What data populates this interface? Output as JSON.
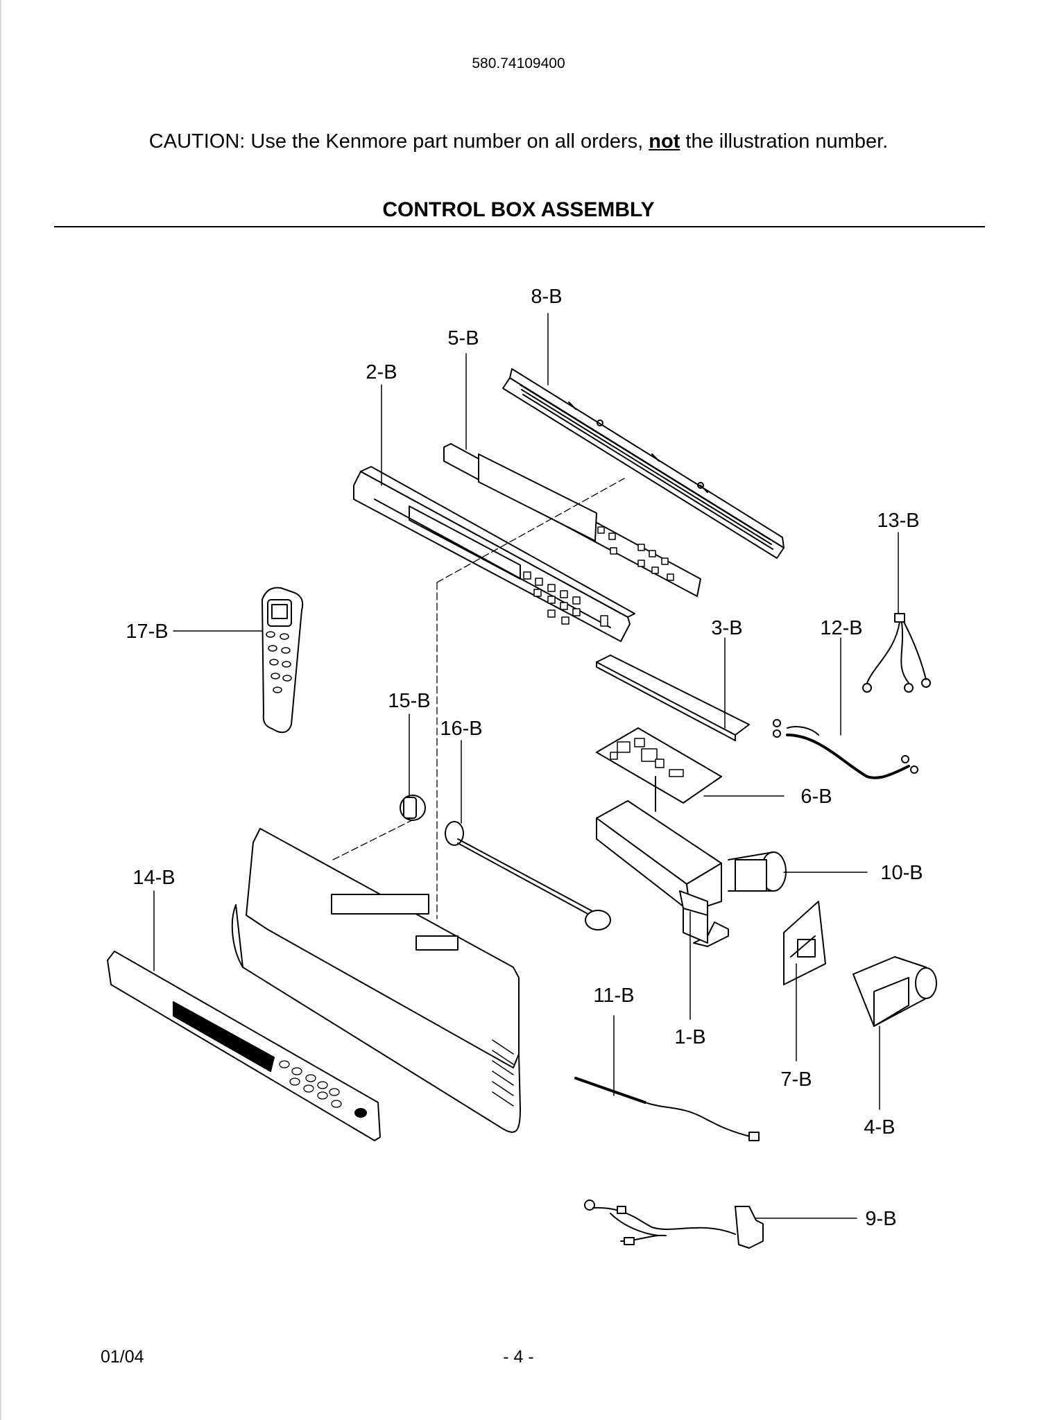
{
  "header": {
    "model_number": "580.74109400",
    "caution_prefix": "CAUTION: Use the Kenmore part number on all orders, ",
    "caution_emphasis": "not",
    "caution_suffix": " the illustration number."
  },
  "section": {
    "title": "CONTROL BOX ASSEMBLY"
  },
  "diagram": {
    "callouts": {
      "b1": "1-B",
      "b2": "2-B",
      "b3": "3-B",
      "b4": "4-B",
      "b5": "5-B",
      "b6": "6-B",
      "b7": "7-B",
      "b8": "8-B",
      "b9": "9-B",
      "b10": "10-B",
      "b11": "11-B",
      "b12": "12-B",
      "b13": "13-B",
      "b14": "14-B",
      "b15": "15-B",
      "b16": "16-B",
      "b17": "17-B"
    }
  },
  "footer": {
    "date": "01/04",
    "page": "- 4 -"
  }
}
